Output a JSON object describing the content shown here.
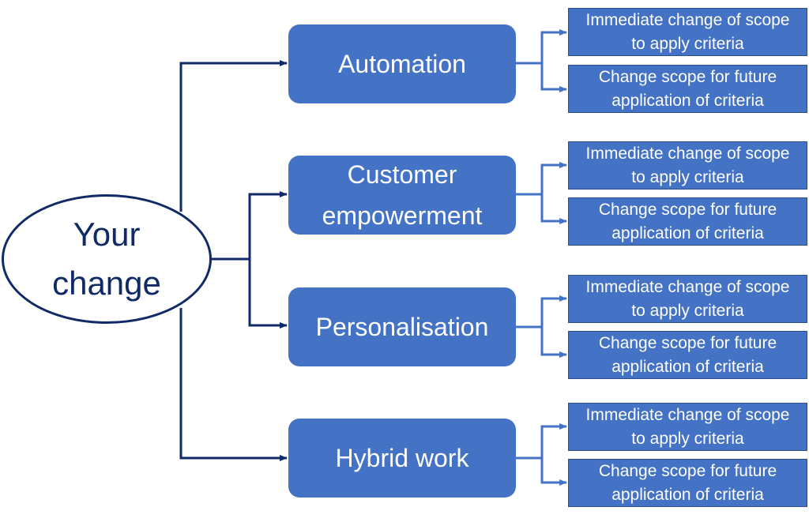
{
  "diagram": {
    "root": {
      "label": "Your change"
    },
    "colors": {
      "root_stroke": "#0f2a66",
      "branch_fill": "#4472c4",
      "leaf_fill": "#4472c4",
      "primary_connector": "#0f2a66",
      "secondary_connector": "#4472c4"
    },
    "branches": [
      {
        "label": "Automation",
        "children": [
          {
            "label": "Immediate change of scope to apply criteria"
          },
          {
            "label": "Change scope for future application of criteria"
          }
        ]
      },
      {
        "label": "Customer empowerment",
        "children": [
          {
            "label": "Immediate change of scope to apply criteria"
          },
          {
            "label": "Change scope for future application of criteria"
          }
        ]
      },
      {
        "label": "Personalisation",
        "children": [
          {
            "label": "Immediate change of scope to apply criteria"
          },
          {
            "label": "Change scope for future application of criteria"
          }
        ]
      },
      {
        "label": "Hybrid work",
        "children": [
          {
            "label": "Immediate change of scope to apply criteria"
          },
          {
            "label": "Change scope for future application of criteria"
          }
        ]
      }
    ]
  }
}
